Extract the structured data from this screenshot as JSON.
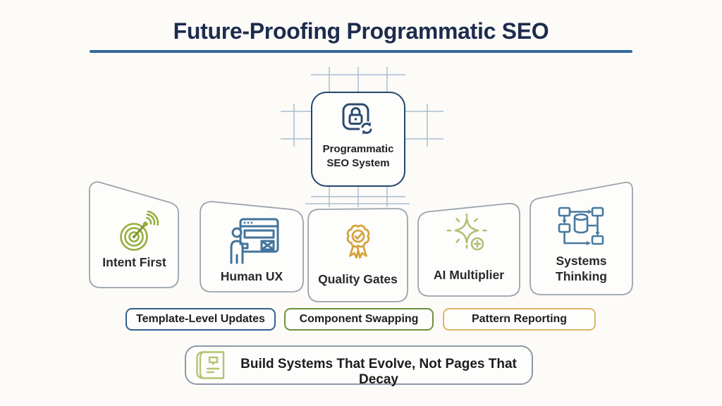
{
  "slide": {
    "title": "Future-Proofing Programmatic SEO",
    "center_node": {
      "line1": "Programmatic",
      "line2": "SEO System",
      "icon": "lock-sync-icon",
      "border_color": "#24476b"
    },
    "cards": [
      {
        "label": "Intent First",
        "icon": "target-signal-icon",
        "accent": "#95ae3d"
      },
      {
        "label": "Human UX",
        "icon": "browser-user-icon",
        "accent": "#41749c"
      },
      {
        "label": "Quality Gates",
        "icon": "award-ribbon-icon",
        "accent": "#d5a43e"
      },
      {
        "label": "AI Multiplier",
        "icon": "sparkle-plus-icon",
        "accent": "#b3bf76"
      },
      {
        "label": "Systems Thinking",
        "icon": "flowchart-database-icon",
        "accent": "#48799f"
      }
    ],
    "tags": [
      {
        "label": "Template-Level Updates",
        "accent": "#33608f"
      },
      {
        "label": "Component Swapping",
        "accent": "#718f3b"
      },
      {
        "label": "Pattern Reporting",
        "accent": "#dcb765"
      }
    ],
    "footer": {
      "label": "Build Systems That Evolve, Not Pages That Decay",
      "icon": "blueprint-icon"
    },
    "colors": {
      "title": "#1d2b4d",
      "title_rule": "#33689c",
      "card_border": "#9aa4ad",
      "circuit_grid": "#a9bed1",
      "background": "#fcfbf8"
    }
  }
}
